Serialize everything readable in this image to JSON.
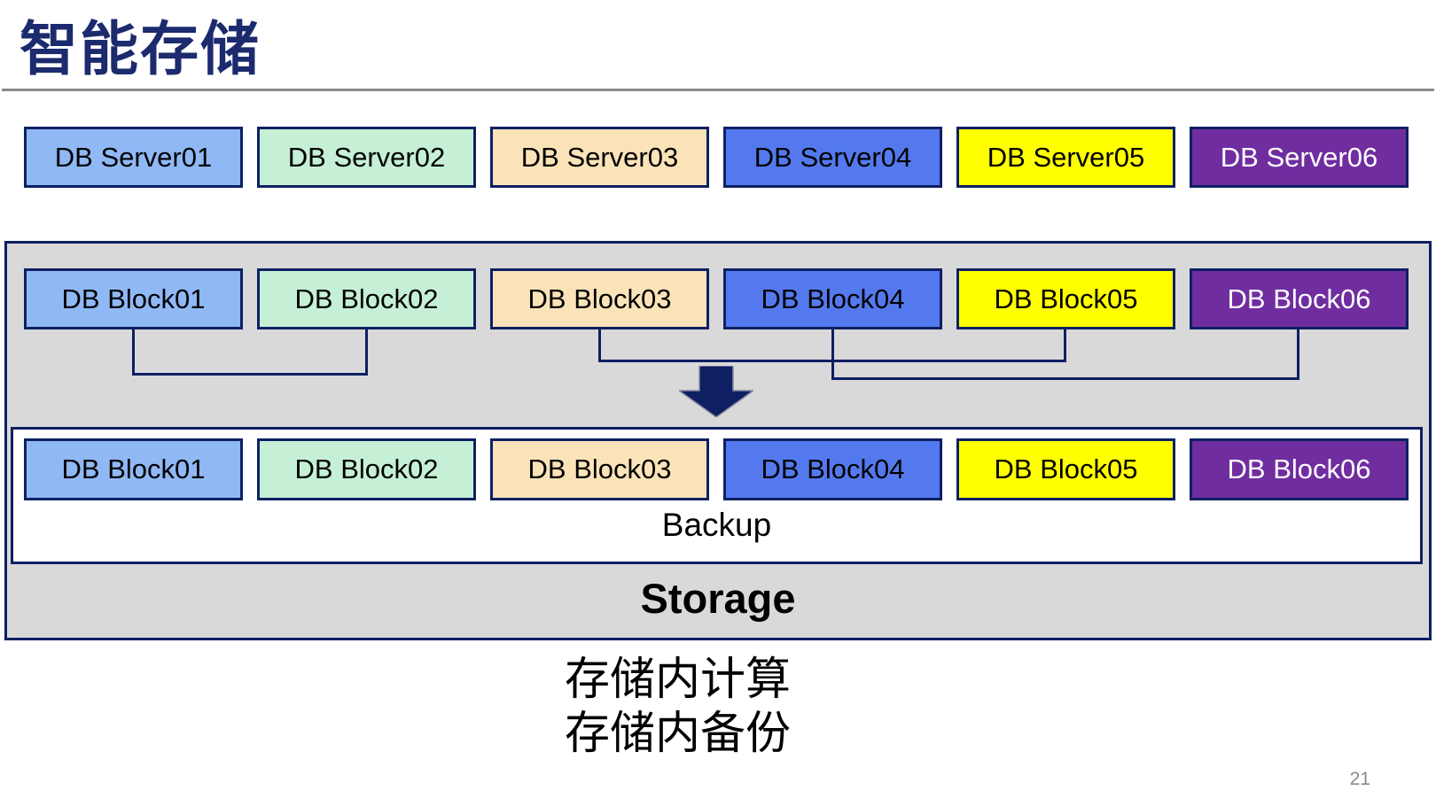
{
  "title": "智能存储",
  "servers": [
    {
      "label": "DB Server01",
      "fill": "#8fb8f5",
      "text": "#000000"
    },
    {
      "label": "DB Server02",
      "fill": "#c5f0d5",
      "text": "#000000"
    },
    {
      "label": "DB Server03",
      "fill": "#fae3b8",
      "text": "#000000"
    },
    {
      "label": "DB Server04",
      "fill": "#5479ee",
      "text": "#000000"
    },
    {
      "label": "DB Server05",
      "fill": "#ffff00",
      "text": "#000000"
    },
    {
      "label": "DB Server06",
      "fill": "#702da0",
      "text": "#ffffff"
    }
  ],
  "blocks_top": [
    {
      "label": "DB Block01",
      "fill": "#8fb8f5",
      "text": "#000000"
    },
    {
      "label": "DB Block02",
      "fill": "#c5f0d5",
      "text": "#000000"
    },
    {
      "label": "DB Block03",
      "fill": "#fae3b8",
      "text": "#000000"
    },
    {
      "label": "DB Block04",
      "fill": "#5479ee",
      "text": "#000000"
    },
    {
      "label": "DB Block05",
      "fill": "#ffff00",
      "text": "#000000"
    },
    {
      "label": "DB Block06",
      "fill": "#702da0",
      "text": "#ffffff"
    }
  ],
  "blocks_bottom": [
    {
      "label": "DB Block01",
      "fill": "#8fb8f5",
      "text": "#000000"
    },
    {
      "label": "DB Block02",
      "fill": "#c5f0d5",
      "text": "#000000"
    },
    {
      "label": "DB Block03",
      "fill": "#fae3b8",
      "text": "#000000"
    },
    {
      "label": "DB Block04",
      "fill": "#5479ee",
      "text": "#000000"
    },
    {
      "label": "DB Block05",
      "fill": "#ffff00",
      "text": "#000000"
    },
    {
      "label": "DB Block06",
      "fill": "#702da0",
      "text": "#ffffff"
    }
  ],
  "inner": {
    "backup_label": "Backup"
  },
  "storage_label": "Storage",
  "captions": {
    "line1": "存储内计算",
    "line2": "存储内备份"
  },
  "page_number": "21",
  "colors": {
    "border_navy": "#0e2063",
    "title_navy": "#1c2a6e",
    "container_gray": "#d9d9d9",
    "divider_gray": "#8c8c8c",
    "arrow_navy": "#0e2063",
    "page_num_gray": "#8a8a8a"
  }
}
